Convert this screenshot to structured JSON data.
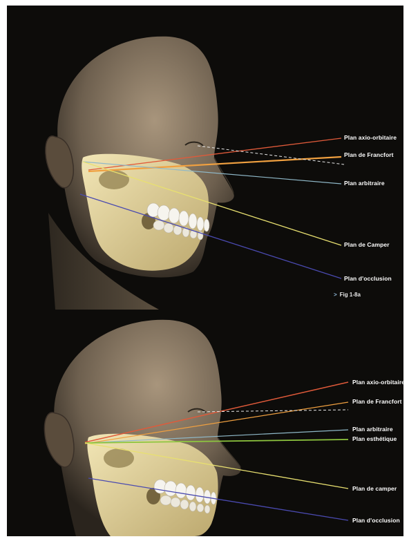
{
  "figure_top": {
    "labels": {
      "axio_orbitaire": "Plan axio-orbitaire",
      "francfort": "Plan de Francfort",
      "arbitraire": "Plan arbitraire",
      "camper": "Plan de Camper",
      "occlusion": "Plan d'occlusion"
    },
    "caption": "Fig 1-8a",
    "caption_marker": ">"
  },
  "figure_bottom": {
    "labels": {
      "axio_orbitaire": "Plan axio-orbitaire",
      "francfort": "Plan de Francfort",
      "arbitraire": "Plan arbitraire",
      "esthetique": "Plan esthétique",
      "camper": "Plan de camper",
      "occlusion": "Plan d'occlusion"
    }
  },
  "colors": {
    "axio_orbitaire": "#e05a3a",
    "francfort": "#f0a040",
    "arbitraire": "#8fb8c8",
    "esthetique": "#8ec63f",
    "camper": "#e8e070",
    "occlusion": "#4a4ab0",
    "bone": "#e6d8a2",
    "skin": "#8a7a66",
    "background": "#0d0c0a"
  }
}
